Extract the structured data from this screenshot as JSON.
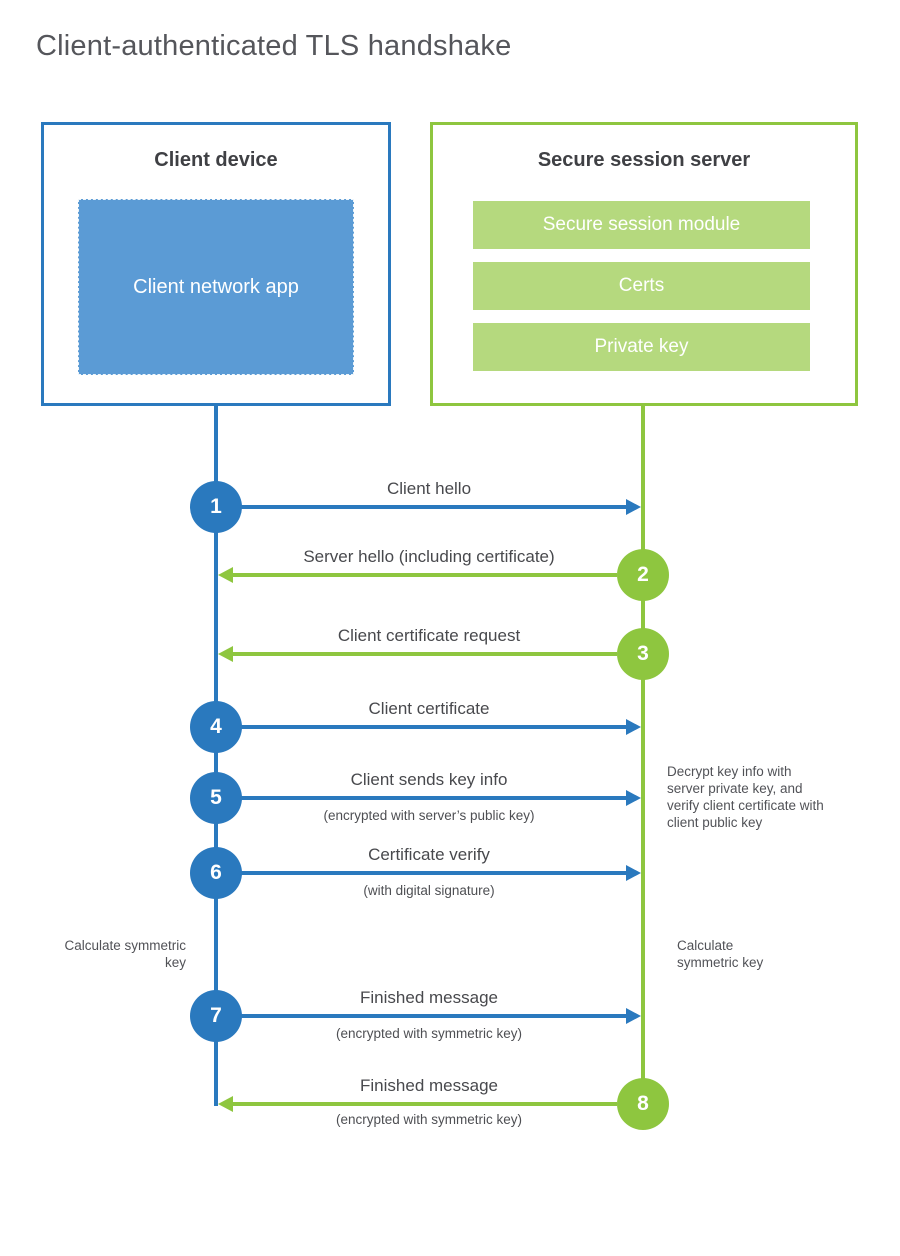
{
  "title": "Client-authenticated TLS handshake",
  "colors": {
    "blue_accent": "#2a79be",
    "blue_fill": "#5b9bd5",
    "green_accent": "#8ec63f",
    "green_fill": "#b5d97e"
  },
  "client_box": {
    "title": "Client device",
    "app_label": "Client network app"
  },
  "server_box": {
    "title": "Secure session server",
    "modules": [
      "Secure session module",
      "Certs",
      "Private key"
    ]
  },
  "steps": [
    {
      "num": "1",
      "label": "Client hello",
      "sub": "",
      "direction": "right",
      "from": "client",
      "to": "server"
    },
    {
      "num": "2",
      "label": "Server hello (including certificate)",
      "sub": "",
      "direction": "left",
      "from": "server",
      "to": "client"
    },
    {
      "num": "3",
      "label": "Client certificate request",
      "sub": "",
      "direction": "left",
      "from": "server",
      "to": "client"
    },
    {
      "num": "4",
      "label": "Client certificate",
      "sub": "",
      "direction": "right",
      "from": "client",
      "to": "server"
    },
    {
      "num": "5",
      "label": "Client sends key info",
      "sub": "(encrypted with server’s public key)",
      "direction": "right",
      "from": "client",
      "to": "server"
    },
    {
      "num": "6",
      "label": "Certificate verify",
      "sub": "(with digital signature)",
      "direction": "right",
      "from": "client",
      "to": "server"
    },
    {
      "num": "7",
      "label": "Finished message",
      "sub": "(encrypted with symmetric key)",
      "direction": "right",
      "from": "client",
      "to": "server"
    },
    {
      "num": "8",
      "label": "Finished message",
      "sub": "(encrypted with symmetric key)",
      "direction": "left",
      "from": "server",
      "to": "client"
    }
  ],
  "annotations": {
    "decrypt_note": "Decrypt key info with server private key, and verify client certificate with client public key",
    "calc_left": "Calculate symmetric key",
    "calc_right": "Calculate symmetric key"
  }
}
